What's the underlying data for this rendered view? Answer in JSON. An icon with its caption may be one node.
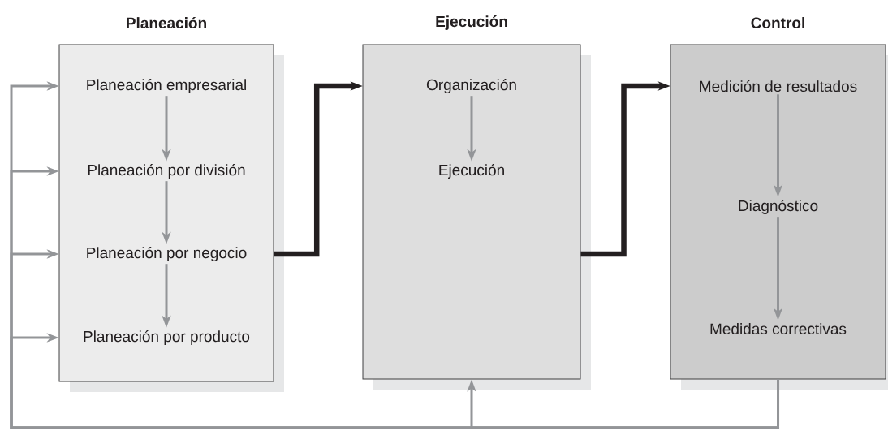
{
  "diagram": {
    "nodes": [
      {
        "text": [
          "Planeación"
        ]
      },
      {
        "text": [
          "Planeación empresarial"
        ],
        "in": 0
      },
      {
        "text": [
          "Planeación por división"
        ],
        "in": 0
      },
      {
        "text": [
          "Planeación por negocio"
        ],
        "in": 0
      },
      {
        "text": [
          "Planeación por producto"
        ],
        "in": 0
      },
      {
        "text": [
          "Ejecución"
        ]
      },
      {
        "text": [
          "Organización"
        ],
        "in": 5
      },
      {
        "text": [
          "Ejecución"
        ],
        "in": 5
      },
      {
        "text": [
          "Control"
        ]
      },
      {
        "text": [
          "Medición de resultados"
        ],
        "in": 8
      },
      {
        "text": [
          "Diagnóstico"
        ],
        "in": 8
      },
      {
        "text": [
          "Medidas correctivas"
        ],
        "in": 8
      }
    ],
    "edges": [
      {
        "from": 1,
        "to": 2,
        "arrow": "to"
      },
      {
        "from": 2,
        "to": 3,
        "arrow": "to"
      },
      {
        "from": 3,
        "to": 4,
        "arrow": "to"
      },
      {
        "from": 3,
        "to": 6,
        "arrow": "to",
        "style": "thick",
        "color": "#231f20"
      },
      {
        "from": 6,
        "to": 7,
        "arrow": "to"
      },
      {
        "from": 5,
        "to": 9,
        "arrow": "to",
        "style": "thick",
        "color": "#231f20"
      },
      {
        "from": 9,
        "to": 10,
        "arrow": "to"
      },
      {
        "from": 10,
        "to": 11,
        "arrow": "to"
      },
      {
        "from": 8,
        "to": 5,
        "arrow": "to"
      },
      {
        "from": 8,
        "to": 1,
        "arrow": "to"
      },
      {
        "from": 8,
        "to": 2,
        "arrow": "to"
      },
      {
        "from": 8,
        "to": 3,
        "arrow": "to"
      },
      {
        "from": 8,
        "to": 4,
        "arrow": "to"
      }
    ]
  }
}
